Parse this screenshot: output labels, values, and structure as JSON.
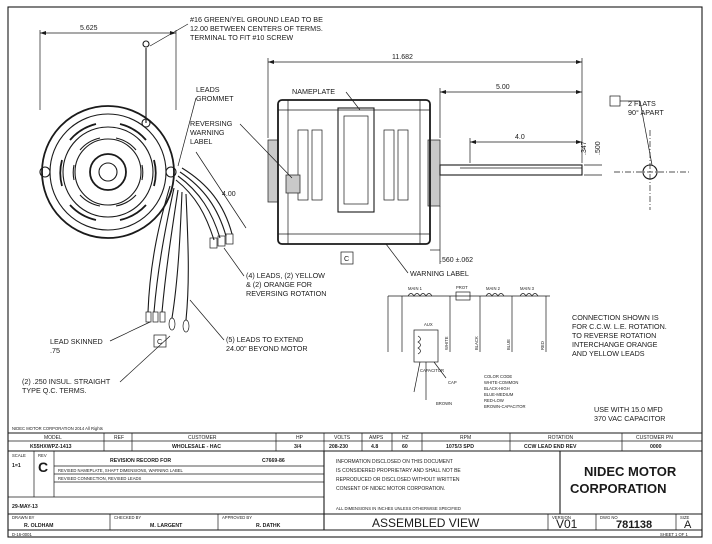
{
  "dimensions": {
    "overall_width": "5.625",
    "overall_length": "11.682",
    "shaft_length": "5.00",
    "shaft_flat": "4.0",
    "lead_length": "4.00",
    "shaft_dia_1": ".347",
    "shaft_dia_2": ".500",
    "bearing_dim": ".560 ±.062"
  },
  "callouts": {
    "ground_lead": [
      "#16 GREEN/YEL GROUND LEAD TO BE",
      "12.00 BETWEEN CENTERS OF TERMS.",
      "TERMINAL TO FIT #10 SCREW"
    ],
    "grommet": [
      "LEADS",
      "GROMMET"
    ],
    "reversing": [
      "REVERSING",
      "WARNING",
      "LABEL"
    ],
    "nameplate": "NAMEPLATE",
    "flats": [
      "2 FLATS",
      "90° APART"
    ],
    "leads_yellow": [
      "(4) LEADS, (2) YELLOW",
      "& (2) ORANGE FOR",
      "REVERSING ROTATION"
    ],
    "warning_label": "WARNING LABEL",
    "lead_skinned": [
      "LEAD SKINNED",
      ".75"
    ],
    "leads_extend": [
      "(5) LEADS TO EXTEND",
      "24.00\" BEYOND MOTOR"
    ],
    "terms": [
      "(2) .250 INSUL. STRAIGHT",
      "TYPE Q.C. TERMS."
    ],
    "marker_c1": "C",
    "marker_c2": "C"
  },
  "connection_note": [
    "CONNECTION SHOWN IS",
    "FOR C.C.W. L.E. ROTATION.",
    "TO REVERSE ROTATION",
    "INTERCHANGE ORANGE",
    "AND YELLOW LEADS"
  ],
  "color_code": [
    "COLOR CODE",
    "WHITE-COMMON",
    "BLACK-HIGH",
    "BLUE-MEDIUM",
    "RED-LOW",
    "BROWN-CAPACITOR"
  ],
  "capacitor_note": [
    "USE WITH 15.0 MFD",
    "370 VAC CAPACITOR"
  ],
  "schematic_labels": {
    "main1": "MAIN 1",
    "prot": "PROT",
    "main2": "MAIN 2",
    "main3": "MAIN 3",
    "aux": "AUX",
    "wire_white": "WHITE",
    "wire_black": "BLACK",
    "wire_blue": "BLUE",
    "wire_red": "RED",
    "cap_top": "CAPACITOR",
    "cap_mid": "CAP",
    "cap_bot": "BROWN"
  },
  "title_block": {
    "copyright": "NIDEC MOTOR CORPORATION 2014 All Rights",
    "headers": [
      "MODEL",
      "REF",
      "CUSTOMER",
      "HP",
      "VOLTS",
      "AMPS",
      "HZ",
      "RPM",
      "ROTATION",
      "CUSTOMER PN"
    ],
    "values": [
      "K55HXWPZ-1413",
      "",
      "WHOLESALE - HAC",
      "3/4",
      "208-230",
      "4.8",
      "60",
      "1075/3 SPD",
      "CCW LEAD END REV",
      "0000"
    ],
    "scale_label": "SCALE",
    "scale": "1=1",
    "rev_label": "REV",
    "rev": "C",
    "revision_record": "REVISION RECORD FOR",
    "revision_no": "C7669-86",
    "revision_line1": "REVISED NAMEPLATE, SHAFT DIMENSIONS, WARNING LABEL",
    "revision_line2": "REVISED CONNECTION, REVISED LEADS",
    "date": "29-MAY-13",
    "prop_notice": [
      "INFORMATION DISCLOSED ON THIS DOCUMENT",
      "IS CONSIDERED PROPRIETARY AND SHALL NOT BE",
      "REPRODUCED OR DISCLOSED WITHOUT WRITTEN",
      "CONSENT OF NIDEC MOTOR CORPORATION."
    ],
    "company": [
      "NIDEC MOTOR",
      "CORPORATION"
    ],
    "drawn_label": "DRAWN BY",
    "drawn": "R. OLDHAM",
    "checked_label": "CHECKED BY",
    "checked": "M. LARGENT",
    "approved_label": "APPROVED BY",
    "approved": "R. DATHK",
    "tolerance_note": "ALL DIMENSIONS IN INCHES UNLESS OTHERWISE SPECIFIED",
    "title": "ASSEMBLED VIEW",
    "version_label": "VERSION",
    "version": "V01",
    "dwg_label": "DWG NO",
    "dwg_no": "781138",
    "size_label": "SIZE",
    "size": "A",
    "sheet_left": "D-16-0001",
    "sheet_right": "SHEET 1 OF 1"
  }
}
